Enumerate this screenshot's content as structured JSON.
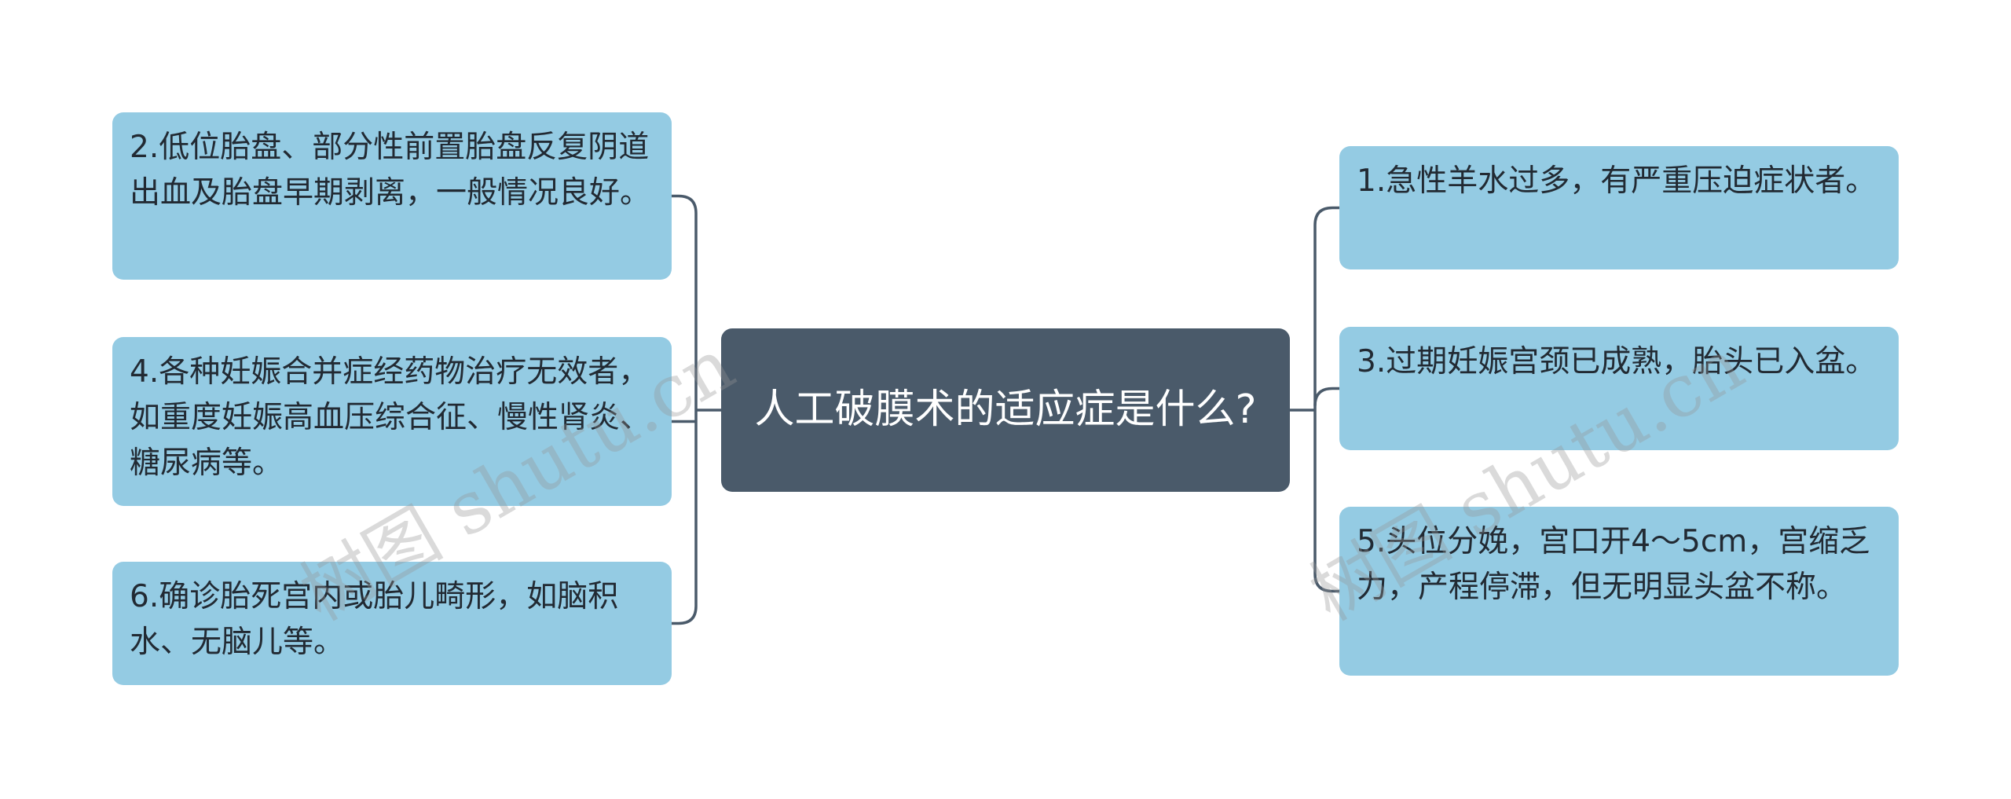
{
  "diagram": {
    "center": {
      "text": "人工破膜术的适应症是什么?"
    },
    "left_nodes": [
      {
        "id": "n2",
        "text": "2.低位胎盘、部分性前置胎盘反复阴道出血及胎盘早期剥离，一般情况良好。"
      },
      {
        "id": "n4",
        "text": "4.各种妊娠合并症经药物治疗无效者，如重度妊娠高血压综合征、慢性肾炎、糖尿病等。"
      },
      {
        "id": "n6",
        "text": "6.确诊胎死宫内或胎儿畸形，如脑积水、无脑儿等。"
      }
    ],
    "right_nodes": [
      {
        "id": "n1",
        "text": "1.急性羊水过多，有严重压迫症状者。"
      },
      {
        "id": "n3",
        "text": "3.过期妊娠宫颈已成熟，胎头已入盆。"
      },
      {
        "id": "n5",
        "text": "5.头位分娩，宫口开4～5cm，宫缩乏力，产程停滞，但无明显头盆不称。"
      }
    ],
    "colors": {
      "center_fill": "#4a5a6a",
      "node_fill": "#94cbe3",
      "connector": "#4a5a6a"
    }
  },
  "watermarks": [
    {
      "text": "树图 shutu.cn"
    },
    {
      "text": "树图 shutu.cn"
    }
  ]
}
